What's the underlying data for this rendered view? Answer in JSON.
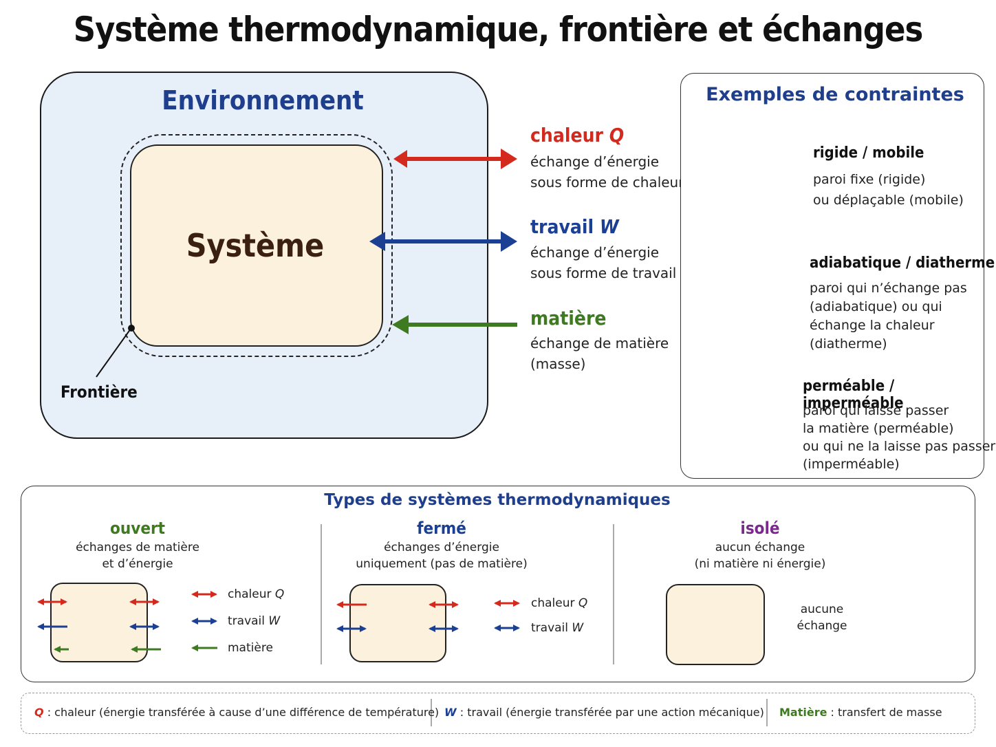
{
  "title": "Système thermodynamique, frontière et échanges",
  "diagram": {
    "environment_label": "Environnement",
    "system_label": "Système",
    "boundary_label": "Frontière"
  },
  "exchanges": [
    {
      "name_plain": "chaleur ",
      "symbol": "Q",
      "line1": "échange d’énergie",
      "line2": "sous forme de chaleur",
      "color": "#d42a1e"
    },
    {
      "name_plain": "travail ",
      "symbol": "W",
      "line1": "échange d’énergie",
      "line2": "sous forme de travail",
      "color": "#1a3f93"
    },
    {
      "name_plain": "matière",
      "symbol": "",
      "line1": "échange de matière",
      "line2": "(masse)",
      "color": "#3e7a1f"
    }
  ],
  "constraints": {
    "title": "Exemples de contraintes",
    "items": [
      {
        "heading": "rigide / mobile",
        "lines": [
          "paroi fixe (rigide)",
          "ou déplaçable (mobile)"
        ],
        "icon": "piston-icon"
      },
      {
        "heading": "adiabatique / diatherme",
        "lines": [
          "paroi qui n’échange pas",
          "(adiabatique) ou qui",
          "échange la chaleur",
          "(diatherme)"
        ],
        "icon": "heat-wall-icon"
      },
      {
        "heading": "perméable / imperméable",
        "lines": [
          "paroi qui laisse passer",
          "la matière (perméable)",
          "ou qui ne la laisse pas passer",
          "(imperméable)"
        ],
        "icon": "permeable-wall-icon"
      }
    ]
  },
  "types": {
    "title": "Types de systèmes thermodynamiques",
    "open": {
      "heading": "ouvert",
      "desc1": "échanges de matière",
      "desc2": "et d’énergie",
      "legend": [
        {
          "plain": "chaleur ",
          "symbol": "Q"
        },
        {
          "plain": "travail ",
          "symbol": "W"
        },
        {
          "plain": "matière",
          "symbol": ""
        }
      ]
    },
    "closed": {
      "heading": "fermé",
      "desc1": "échanges d’énergie",
      "desc2": "uniquement (pas de matière)",
      "legend": [
        {
          "plain": "chaleur ",
          "symbol": "Q"
        },
        {
          "plain": "travail ",
          "symbol": "W"
        }
      ]
    },
    "isolated": {
      "heading": "isolé",
      "desc1": "aucun échange",
      "desc2": "(ni matière ni énergie)",
      "legend1": "aucune",
      "legend2": "échange"
    }
  },
  "footer": [
    {
      "symbol": "Q",
      "text": " : chaleur (énergie transférée à cause d’une différence de température)"
    },
    {
      "symbol": "W",
      "text": " : travail (énergie transférée par une action mécanique)"
    },
    {
      "symbol": "Matière",
      "text": " : transfert de masse"
    }
  ],
  "colors": {
    "heat": "#d42a1e",
    "work": "#1a3f93",
    "matter": "#3e7a1f",
    "isolated": "#7a2a8c",
    "accent": "#1f3f8c",
    "environment_fill": "#e7eff9",
    "system_fill": "#fbf1dd"
  }
}
